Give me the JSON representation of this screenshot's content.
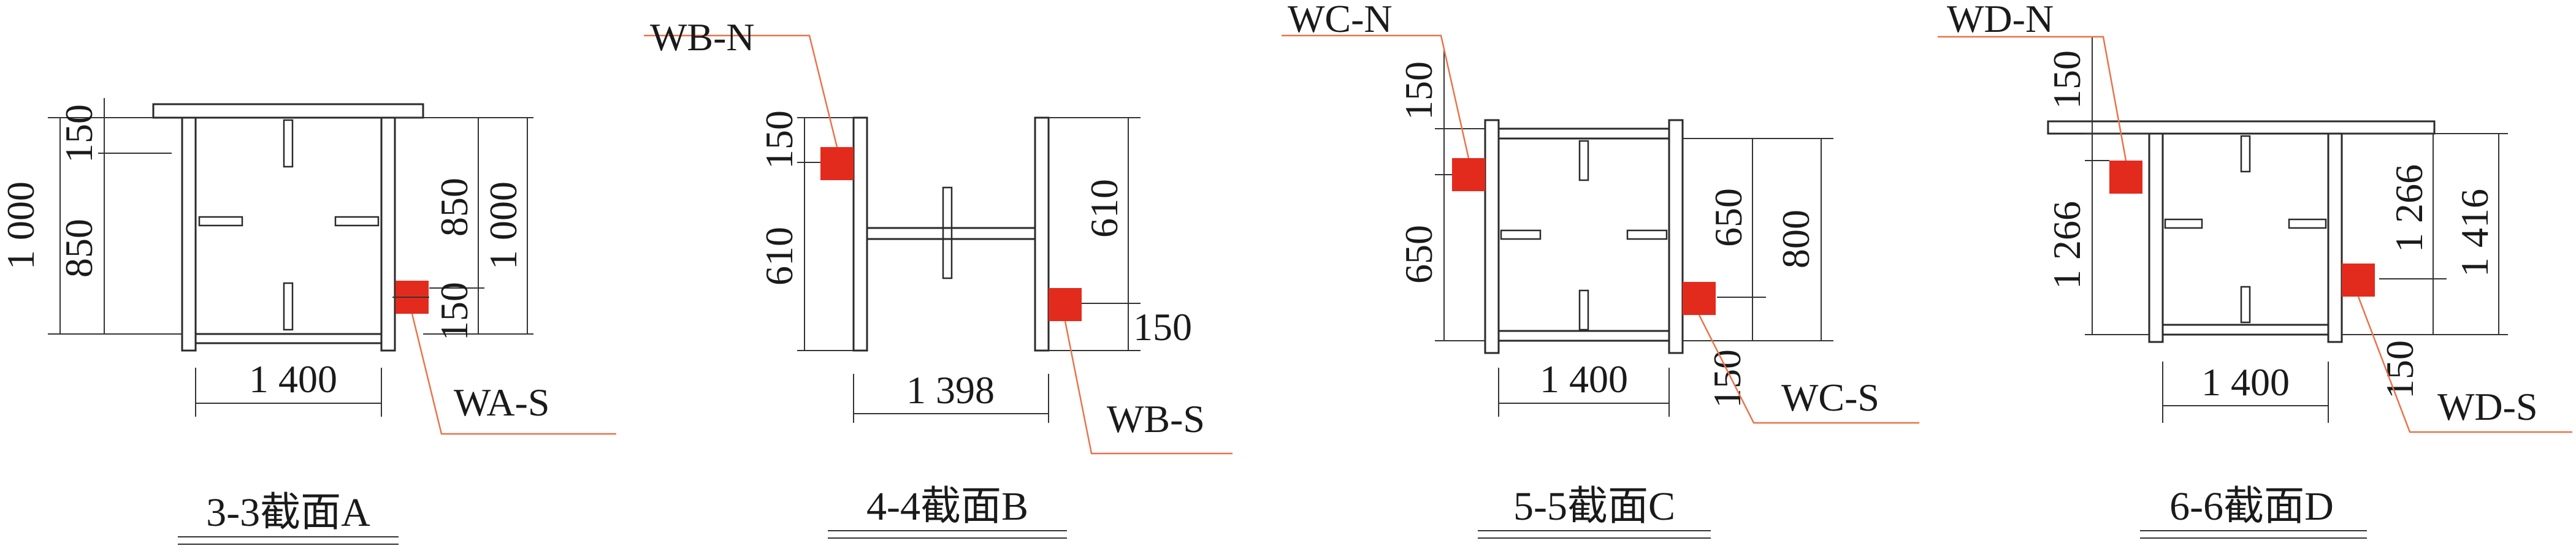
{
  "colors": {
    "sensor": "#e32b1d",
    "leader": "#e8734a",
    "line": "#2a2a2a"
  },
  "sections": [
    {
      "title": "3-3截面A",
      "width": "1 400",
      "dims": [
        "150",
        "850",
        "1 000",
        "850",
        "1 000",
        "150"
      ],
      "sensors": [
        "WA-S"
      ]
    },
    {
      "title": "4-4截面B",
      "width": "1 398",
      "dims": [
        "150",
        "610",
        "610",
        "150"
      ],
      "sensors": [
        "WB-N",
        "WB-S"
      ]
    },
    {
      "title": "5-5截面C",
      "width": "1 400",
      "dims": [
        "150",
        "650",
        "650",
        "800",
        "150"
      ],
      "sensors": [
        "WC-N",
        "WC-S"
      ]
    },
    {
      "title": "6-6截面D",
      "width": "1 400",
      "dims": [
        "150",
        "1 266",
        "1 266",
        "1 416",
        "150"
      ],
      "sensors": [
        "WD-N",
        "WD-S"
      ]
    }
  ]
}
